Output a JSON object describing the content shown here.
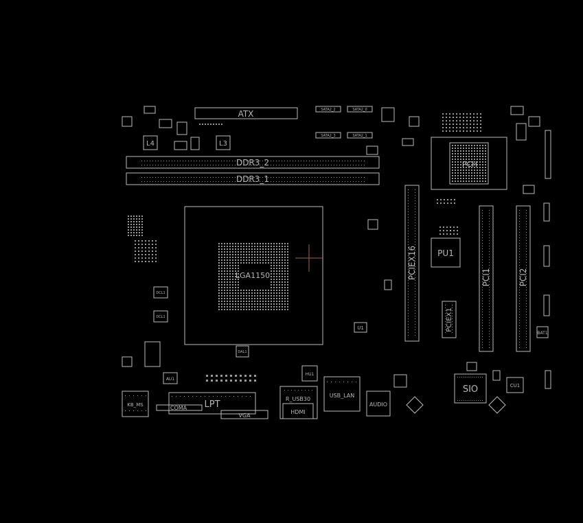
{
  "viewer": {
    "background": "#000000",
    "outline_color": "#bdbdbd",
    "pin_color": "#9a9a9a",
    "cursor_color": "#a06060"
  },
  "connectors": {
    "atx": "ATX",
    "ddr2": "DDR3_2",
    "ddr1": "DDR3_1",
    "pciex16": "PCIEX16",
    "pciex1": "PCIEX1",
    "pci1": "PCI1",
    "pci2": "PCI2",
    "lpt": "LPT",
    "coma": "COMA",
    "vga": "VGA",
    "hdmi": "HDMI",
    "usb30": "R_USB30",
    "usb_lan": "USB_LAN",
    "audio": "AUDIO",
    "kb_ms": "KB_MS",
    "sata2": "SATA2_2",
    "sata0": "SATA2_0",
    "sata3": "SATA2_3",
    "sata1": "SATA2_1"
  },
  "chips": {
    "cpu_socket": "LGA1150",
    "pch": "PCH",
    "sio": "SIO",
    "pu1": "PU1",
    "u1": "U1",
    "cu1": "CU1",
    "au1": "AU1",
    "hu1": "HU1",
    "l3": "L3",
    "l4": "L4",
    "bat": "BAT1",
    "dal1": "DAL1",
    "dcl1": "DCL1"
  }
}
